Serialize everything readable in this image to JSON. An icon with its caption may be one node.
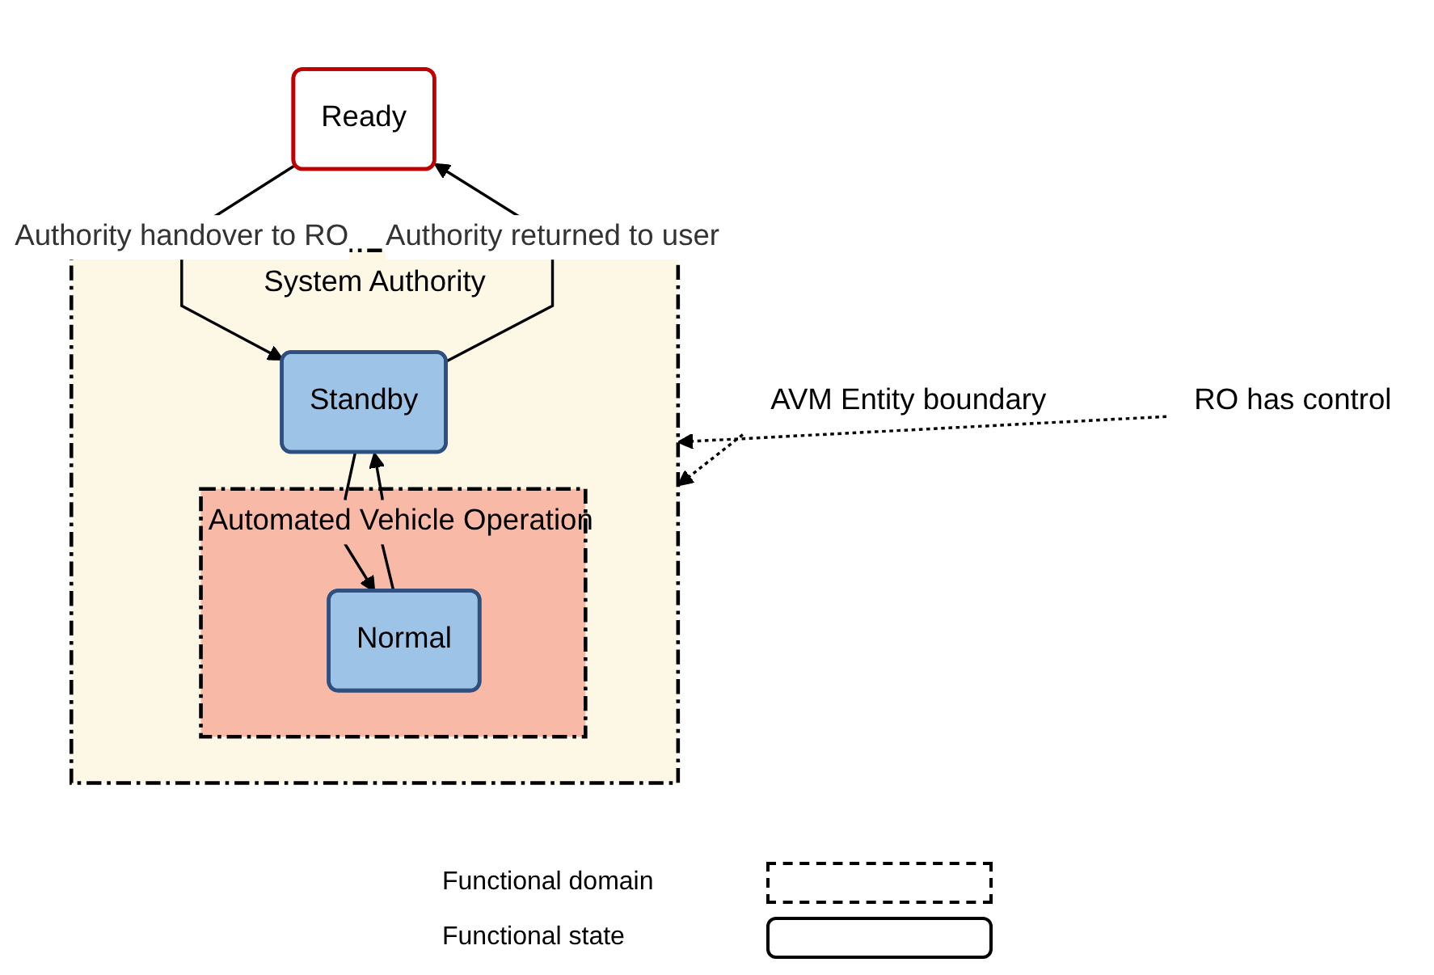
{
  "diagram": {
    "nodes": [
      {
        "text": [
          "Ready"
        ]
      },
      {
        "text": [
          "System Authority"
        ]
      },
      {
        "text": [
          "Standby"
        ],
        "in": 1
      },
      {
        "text": [
          "Automated Vehicle Operation"
        ],
        "in": 1
      },
      {
        "text": [
          "Normal"
        ],
        "in": 3
      },
      {
        "text": [
          "AVM Entity boundary"
        ]
      },
      {
        "text": [
          "RO has control"
        ]
      }
    ],
    "edges": [
      {
        "from": 0,
        "to": 2,
        "arrow": "to",
        "label": "Authority handover to RO"
      },
      {
        "from": 2,
        "to": 0,
        "arrow": "to",
        "label": "Authority returned to user"
      },
      {
        "from": 2,
        "to": 4,
        "arrow": "to"
      },
      {
        "from": 4,
        "to": 2,
        "arrow": "to"
      },
      {
        "from": 5,
        "to": 1,
        "arrow": "to",
        "style": "dashed"
      },
      {
        "from": 6,
        "to": 1,
        "arrow": "to",
        "style": "dashed"
      }
    ],
    "legend": [
      {
        "text": "Functional domain"
      },
      {
        "text": "Functional state"
      }
    ]
  }
}
